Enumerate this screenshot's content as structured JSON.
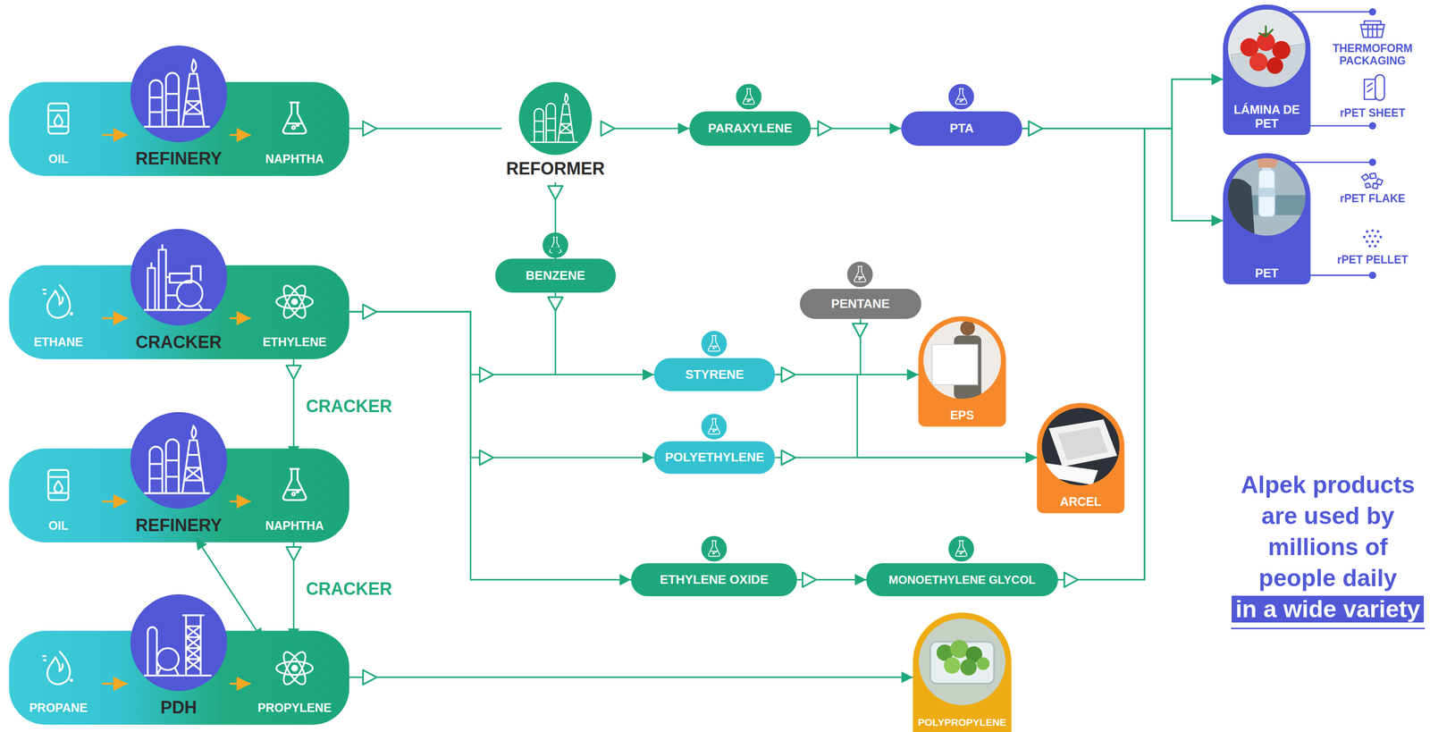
{
  "diagram": {
    "nodes": [
      {
        "text": [
          "OIL"
        ]
      },
      {
        "text": [
          "REFINERY"
        ]
      },
      {
        "text": [
          "NAPHTHA"
        ]
      },
      {
        "text": [
          "REFORMER"
        ]
      },
      {
        "text": [
          "PARAXYLENE"
        ]
      },
      {
        "text": [
          "PTA"
        ]
      },
      {
        "text": [
          "LÁMINA DE PET"
        ]
      },
      {
        "text": [
          "PET"
        ]
      },
      {
        "text": [
          "BENZENE"
        ]
      },
      {
        "text": [
          "ETHANE"
        ]
      },
      {
        "text": [
          "CRACKER"
        ]
      },
      {
        "text": [
          "ETHYLENE"
        ]
      },
      {
        "text": [
          "PENTANE"
        ]
      },
      {
        "text": [
          "STYRENE"
        ]
      },
      {
        "text": [
          "EPS"
        ]
      },
      {
        "text": [
          "POLYETHYLENE"
        ]
      },
      {
        "text": [
          "ARCEL"
        ]
      },
      {
        "text": [
          "OIL"
        ]
      },
      {
        "text": [
          "REFINERY"
        ]
      },
      {
        "text": [
          "NAPHTHA"
        ]
      },
      {
        "text": [
          "ETHYLENE OXIDE"
        ]
      },
      {
        "text": [
          "MONOETHYLENE GLYCOL"
        ]
      },
      {
        "text": [
          "PROPANE"
        ]
      },
      {
        "text": [
          "PDH"
        ]
      },
      {
        "text": [
          "PROPYLENE"
        ]
      },
      {
        "text": [
          "POLYPROPYLENE"
        ]
      }
    ],
    "edges": [
      {
        "from": 0,
        "to": 1,
        "arrow": "to"
      },
      {
        "from": 1,
        "to": 2,
        "arrow": "to"
      },
      {
        "from": 2,
        "to": 3,
        "arrow": "none"
      },
      {
        "from": 3,
        "to": 4,
        "arrow": "to"
      },
      {
        "from": 4,
        "to": 5,
        "arrow": "to"
      },
      {
        "from": 5,
        "to": 6,
        "arrow": "to"
      },
      {
        "from": 5,
        "to": 7,
        "arrow": "to"
      },
      {
        "from": 3,
        "to": 8,
        "arrow": "to"
      },
      {
        "from": 9,
        "to": 10,
        "arrow": "to"
      },
      {
        "from": 10,
        "to": 11,
        "arrow": "to"
      },
      {
        "from": 8,
        "to": 13,
        "arrow": "to"
      },
      {
        "from": 11,
        "to": 13,
        "arrow": "to"
      },
      {
        "from": 11,
        "to": 15,
        "arrow": "to"
      },
      {
        "from": 11,
        "to": 20,
        "arrow": "to"
      },
      {
        "from": 12,
        "to": 14,
        "arrow": "to"
      },
      {
        "from": 13,
        "to": 14,
        "arrow": "to"
      },
      {
        "from": 13,
        "to": 16,
        "arrow": "to"
      },
      {
        "from": 15,
        "to": 16,
        "arrow": "to"
      },
      {
        "from": 11,
        "to": 19,
        "arrow": "to",
        "label": "CRACKER"
      },
      {
        "from": 17,
        "to": 18,
        "arrow": "to"
      },
      {
        "from": 18,
        "to": 19,
        "arrow": "to"
      },
      {
        "from": 20,
        "to": 21,
        "arrow": "to"
      },
      {
        "from": 21,
        "to": 6,
        "arrow": "to"
      },
      {
        "from": 21,
        "to": 7,
        "arrow": "to"
      },
      {
        "from": 19,
        "to": 24,
        "arrow": "to",
        "label": "CRACKER"
      },
      {
        "from": 18,
        "to": 24,
        "arrow": "both"
      },
      {
        "from": 22,
        "to": 23,
        "arrow": "to"
      },
      {
        "from": 23,
        "to": 24,
        "arrow": "to"
      },
      {
        "from": 24,
        "to": 25,
        "arrow": "to"
      }
    ],
    "labels": [
      "THERMOFORM PACKAGING",
      "rPET SHEET",
      "rPET FLAKE",
      "rPET PELLET",
      "Alpek products are used by millions of people daily",
      "in a wide variety"
    ]
  }
}
